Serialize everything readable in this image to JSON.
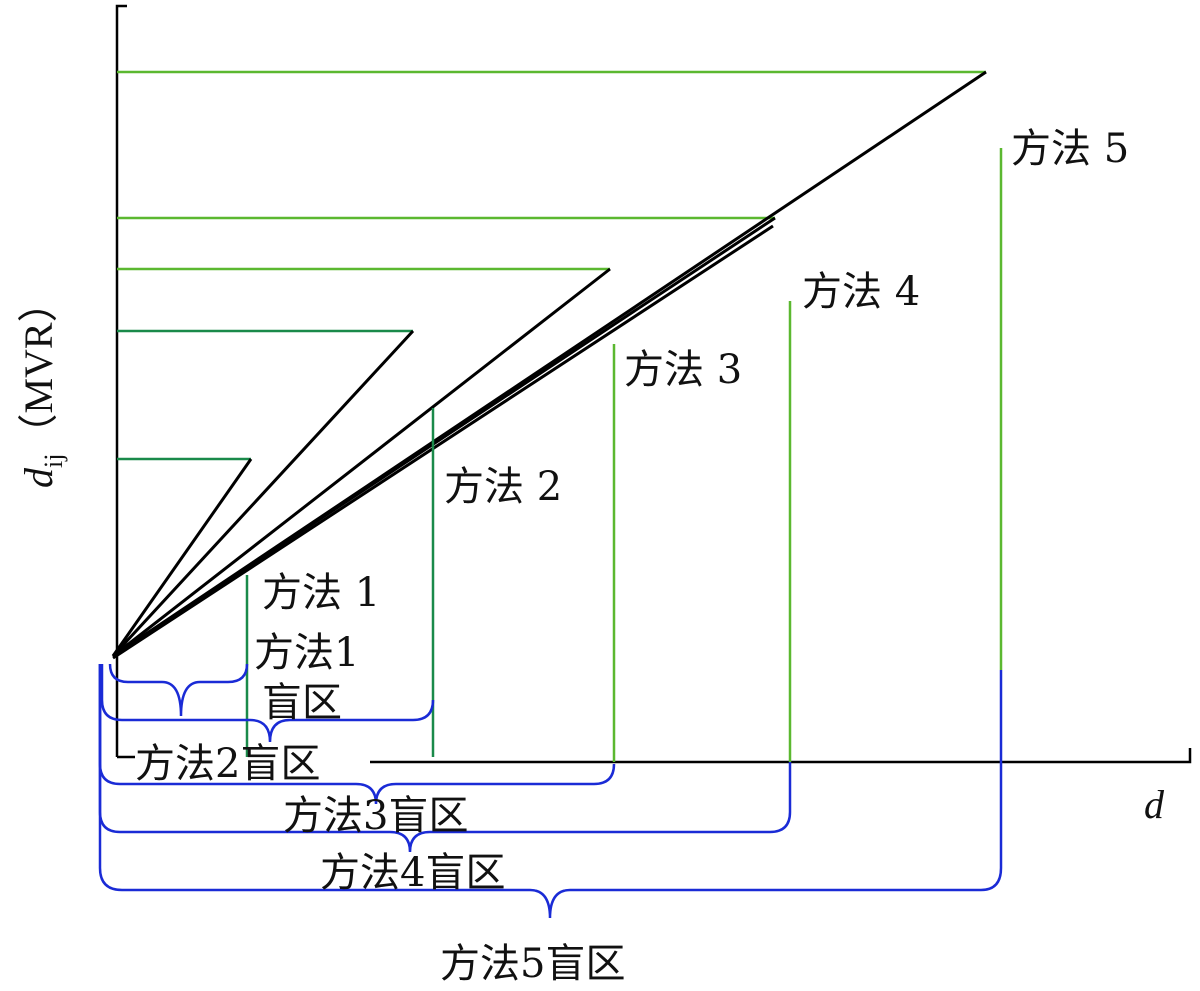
{
  "colors": {
    "axis": "#000000",
    "method_line": "#000000",
    "projection": "#5bb830",
    "projection_dark": "#1a8a4a",
    "bracket": "#1a2bd6"
  },
  "axes": {
    "x_var": "d",
    "y_var": "d",
    "y_sub": "ij",
    "y_unit": "（MVR）"
  },
  "methods": [
    {
      "label": "方法 1"
    },
    {
      "label": "方法 2"
    },
    {
      "label": "方法 3"
    },
    {
      "label": "方法 4"
    },
    {
      "label": "方法 5"
    }
  ],
  "blind_zones": [
    {
      "label_line1": "方法1",
      "label_line2": "盲区"
    },
    {
      "label": "方法2盲区"
    },
    {
      "label": "方法3盲区"
    },
    {
      "label": "方法4盲区"
    },
    {
      "label": "方法5盲区"
    }
  ]
}
